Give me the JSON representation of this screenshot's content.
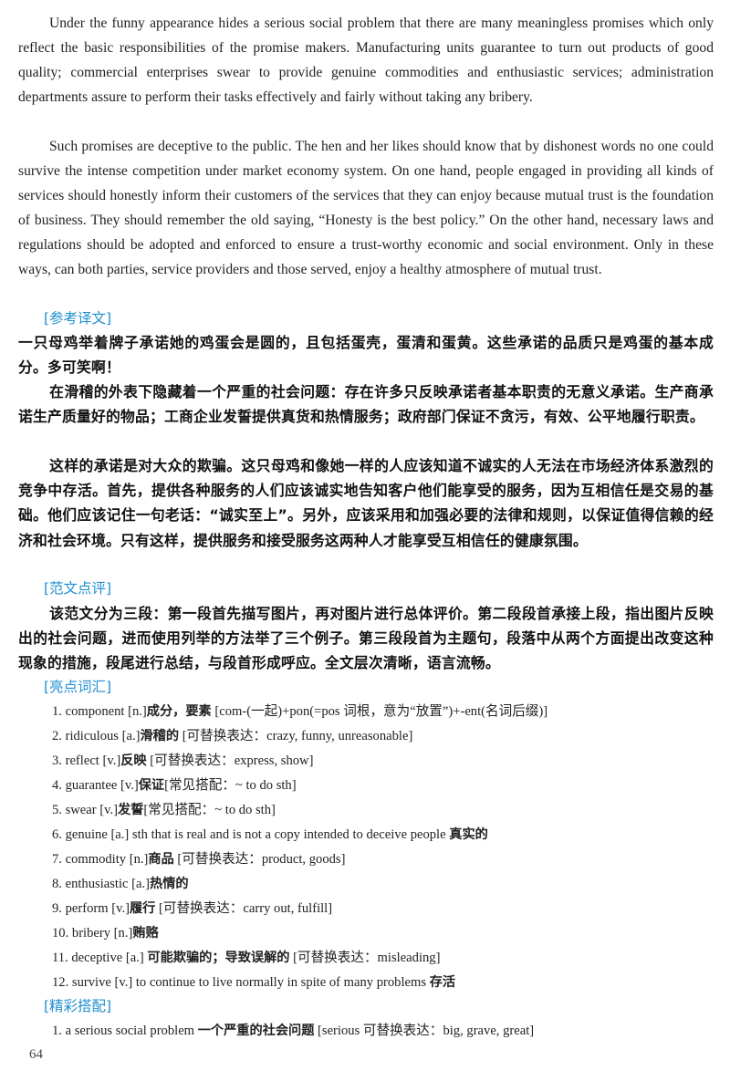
{
  "essay": {
    "p2": "Under the funny appearance hides a serious social problem that there are many meaningless promises which only reflect the basic responsibilities of the promise makers. Manufacturing units guarantee to turn out products of good quality; commercial enterprises swear to provide genuine commodities and enthusiastic services; administration departments assure to perform their tasks effectively and fairly without taking any bribery.",
    "p3": "Such promises are deceptive to the public. The hen and her likes should know that by dishonest words no one could survive the intense competition under market economy system. On one hand, people engaged in providing all kinds of services should honestly inform their customers of the services that they can enjoy because mutual trust is the foundation of business. They should remember the old saying, “Honesty is the best policy.” On the other hand, necessary laws and regulations should be adopted and enforced to ensure a trust-worthy economic and social environment. Only in these ways, can both parties, service providers and those served, enjoy a healthy atmosphere of mutual trust."
  },
  "translation": {
    "heading": "[参考译文]",
    "p1": "一只母鸡举着牌子承诺她的鸡蛋会是圆的，且包括蛋壳，蛋清和蛋黄。这些承诺的品质只是鸡蛋的基本成分。多可笑啊！",
    "p2": "在滑稽的外表下隐藏着一个严重的社会问题：存在许多只反映承诺者基本职责的无意义承诺。生产商承诺生产质量好的物品；工商企业发誓提供真货和热情服务；政府部门保证不贪污，有效、公平地履行职责。",
    "p3": "这样的承诺是对大众的欺骗。这只母鸡和像她一样的人应该知道不诚实的人无法在市场经济体系激烈的竞争中存活。首先，提供各种服务的人们应该诚实地告知客户他们能享受的服务，因为互相信任是交易的基础。他们应该记住一句老话：“诚实至上”。另外，应该采用和加强必要的法律和规则，以保证值得信赖的经济和社会环境。只有这样，提供服务和接受服务这两种人才能享受互相信任的健康氛围。"
  },
  "review": {
    "heading": "[范文点评]",
    "p1": "该范文分为三段：第一段首先描写图片，再对图片进行总体评价。第二段段首承接上段，指出图片反映出的社会问题，进而使用列举的方法举了三个例子。第三段段首为主题句，段落中从两个方面提出改变这种现象的措施，段尾进行总结，与段首形成呼应。全文层次清晰，语言流畅。"
  },
  "vocab": {
    "heading": "[亮点词汇]",
    "items": [
      {
        "en": "1. component [n.]",
        "zh": "成分，要素",
        "rest": " [com-(一起)+pon(=pos 词根，意为“放置”)+-ent(名词后缀)]"
      },
      {
        "en": "2. ridiculous [a.]",
        "zh": "滑稽的",
        "rest": " [可替换表达：crazy, funny, unreasonable]"
      },
      {
        "en": "3.  reflect [v.]",
        "zh": "反映",
        "rest": " [可替换表达：express, show]"
      },
      {
        "en": "4. guarantee [v.]",
        "zh": "保证",
        "rest": "[常见搭配：~ to do sth]"
      },
      {
        "en": "5. swear [v.]",
        "zh": "发誓",
        "rest": "[常见搭配：~ to do sth]"
      },
      {
        "en": "6. genuine [a.] sth that is real and is not a copy intended to deceive people ",
        "zh": "真实的",
        "rest": ""
      },
      {
        "en": "7. commodity [n.]",
        "zh": "商品",
        "rest": " [可替换表达：product, goods]"
      },
      {
        "en": "8. enthusiastic [a.]",
        "zh": "热情的",
        "rest": ""
      },
      {
        "en": "9. perform [v.]",
        "zh": "履行",
        "rest": " [可替换表达：carry out, fulfill]"
      },
      {
        "en": "10. bribery [n.]",
        "zh": "贿赂",
        "rest": ""
      },
      {
        "en": "11. deceptive [a.] ",
        "zh": "可能欺骗的；导致误解的",
        "rest": " [可替换表达：misleading]"
      },
      {
        "en": "12. survive [v.] to continue to live normally in spite of many problems ",
        "zh": "存活",
        "rest": ""
      }
    ]
  },
  "collocations": {
    "heading": "[精彩搭配]",
    "items": [
      {
        "en": "1. a serious social problem ",
        "zh": "一个严重的社会问题",
        "rest": " [serious 可替换表达：big, grave, great]"
      }
    ]
  },
  "page_number": "64",
  "colors": {
    "heading": "#1f8fd1",
    "text": "#1a1a1a"
  }
}
